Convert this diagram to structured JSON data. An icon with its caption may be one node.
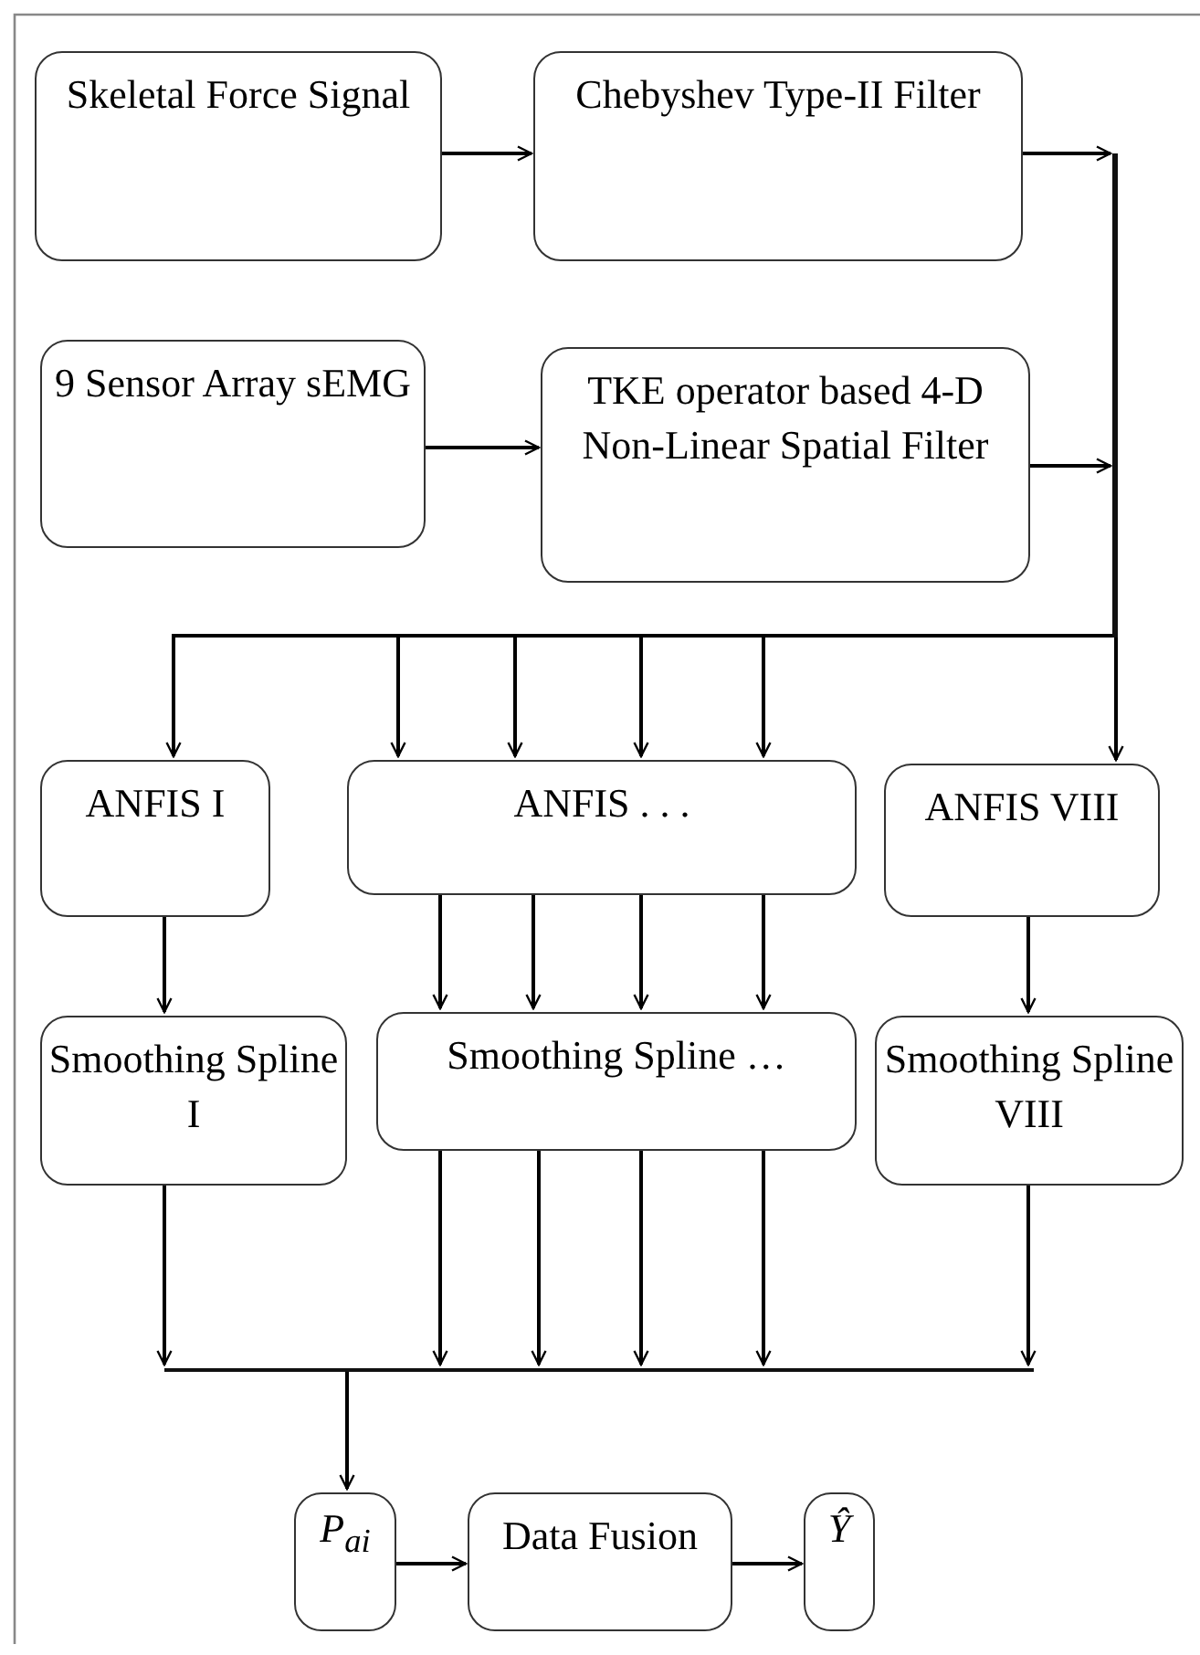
{
  "diagram": {
    "nodes": [
      {
        "text": [
          "Skeletal Force Signal"
        ]
      },
      {
        "text": [
          "Chebyshev Type-II Filter"
        ]
      },
      {
        "text": [
          "9 Sensor Array sEMG"
        ]
      },
      {
        "text": [
          "TKE operator based 4-D Non-Linear Spatial Filter"
        ]
      },
      {
        "text": [],
        "shape": "bar"
      },
      {
        "text": [
          "ANFIS I"
        ]
      },
      {
        "text": [
          "ANFIS . . ."
        ]
      },
      {
        "text": [
          "ANFIS VIII"
        ]
      },
      {
        "text": [
          "Smoothing Spline I"
        ]
      },
      {
        "text": [
          "Smoothing Spline …"
        ]
      },
      {
        "text": [
          "Smoothing Spline VIII"
        ]
      },
      {
        "text": [],
        "shape": "bar"
      },
      {
        "text": [
          "P$_{ai}$"
        ]
      },
      {
        "text": [
          "Data Fusion"
        ]
      },
      {
        "text": [
          "Ŷ"
        ]
      }
    ],
    "edges": [
      {
        "from": 0,
        "to": 1,
        "arrow": "to"
      },
      {
        "from": 2,
        "to": 3,
        "arrow": "to"
      },
      {
        "from": 1,
        "to": 4,
        "arrow": "to"
      },
      {
        "from": 3,
        "to": 4,
        "arrow": "to"
      },
      {
        "from": 4,
        "to": 5,
        "arrow": "to"
      },
      {
        "from": 4,
        "to": 6,
        "arrow": "to"
      },
      {
        "from": 4,
        "to": 6,
        "arrow": "to"
      },
      {
        "from": 4,
        "to": 6,
        "arrow": "to"
      },
      {
        "from": 4,
        "to": 6,
        "arrow": "to"
      },
      {
        "from": 4,
        "to": 7,
        "arrow": "to"
      },
      {
        "from": 5,
        "to": 8,
        "arrow": "to"
      },
      {
        "from": 6,
        "to": 9,
        "arrow": "to"
      },
      {
        "from": 6,
        "to": 9,
        "arrow": "to"
      },
      {
        "from": 6,
        "to": 9,
        "arrow": "to"
      },
      {
        "from": 6,
        "to": 9,
        "arrow": "to"
      },
      {
        "from": 7,
        "to": 10,
        "arrow": "to"
      },
      {
        "from": 8,
        "to": 11,
        "arrow": "to"
      },
      {
        "from": 9,
        "to": 11,
        "arrow": "to"
      },
      {
        "from": 9,
        "to": 11,
        "arrow": "to"
      },
      {
        "from": 9,
        "to": 11,
        "arrow": "to"
      },
      {
        "from": 9,
        "to": 11,
        "arrow": "to"
      },
      {
        "from": 10,
        "to": 11,
        "arrow": "to"
      },
      {
        "from": 11,
        "to": 12,
        "arrow": "to"
      },
      {
        "from": 12,
        "to": 13,
        "arrow": "to"
      },
      {
        "from": 13,
        "to": 14,
        "arrow": "to"
      }
    ]
  }
}
